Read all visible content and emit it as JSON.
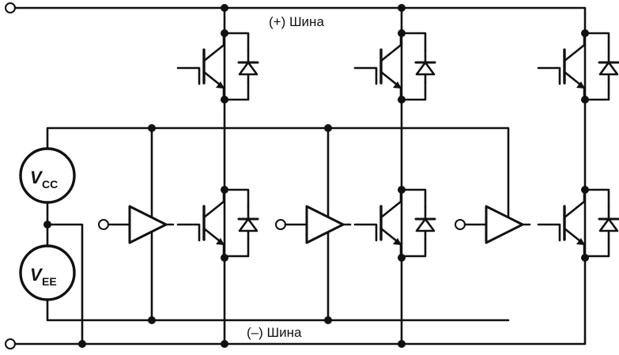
{
  "bus": {
    "positive_label": "(+) Шина",
    "negative_label": "(–) Шина"
  },
  "sources": {
    "vcc": {
      "main": "V",
      "sub": "CC"
    },
    "vee": {
      "main": "V",
      "sub": "EE"
    }
  },
  "components": {
    "transistor_icon": "igbt-icon",
    "diode_icon": "diode-icon",
    "driver_icon": "driver-amplifier-icon"
  },
  "colors": {
    "ink": "#111111",
    "background": "#ffffff"
  }
}
